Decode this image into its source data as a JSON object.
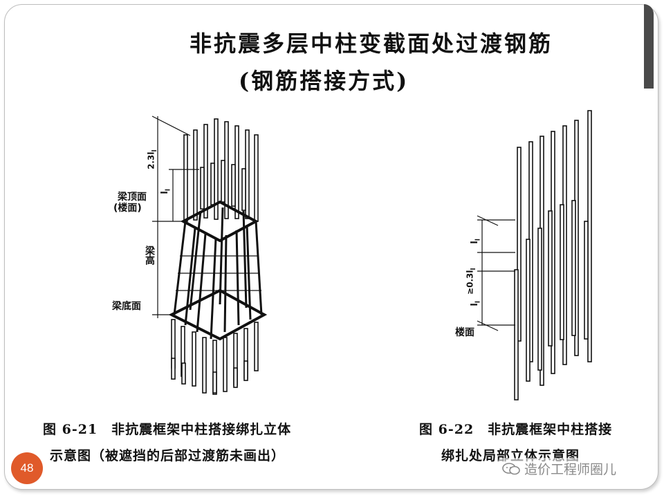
{
  "slide": {
    "title_line1": "非抗震多层中柱变截面处过渡钢筋",
    "title_line2": "(钢筋搭接方式)",
    "page_number": "48",
    "watermark": "造价工程师圈儿"
  },
  "figure_left": {
    "caption_line1": "图 6-21　非抗震框架中柱搭接绑扎立体",
    "caption_line2": "示意图（被遮挡的后部过渡筋未画出）",
    "label_beam_top": "梁顶面",
    "label_floor": "(楼面)",
    "label_beam_height": "梁高",
    "label_beam_bottom": "梁底面",
    "dim_23": "2.3l",
    "dim_l1": "l",
    "sub": "l"
  },
  "figure_right": {
    "caption_line1": "图 6-22　非抗震框架中柱搭接",
    "caption_line2": "绑扎处局部立体示意图",
    "label_floor": "楼面",
    "dim_l_top": "l",
    "dim_03": "≥0.3l",
    "dim_l_bot": "l"
  },
  "colors": {
    "accent": "#e05a2a",
    "frame": "#bdbdbd",
    "bar": "#4a4a4a"
  }
}
